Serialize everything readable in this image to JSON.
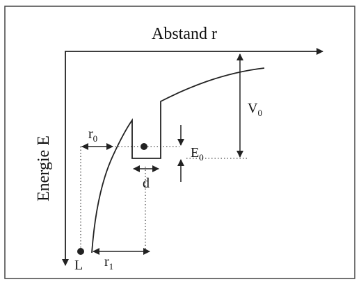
{
  "labels": {
    "x_axis": "Abstand r",
    "y_axis": "Energie E",
    "r0_main": "r",
    "r0_sub": "0",
    "r1_main": "r",
    "r1_sub": "1",
    "d": "d",
    "e0_main": "E",
    "e0_sub": "0",
    "v0_main": "V",
    "v0_sub": "0",
    "L": "L"
  }
}
